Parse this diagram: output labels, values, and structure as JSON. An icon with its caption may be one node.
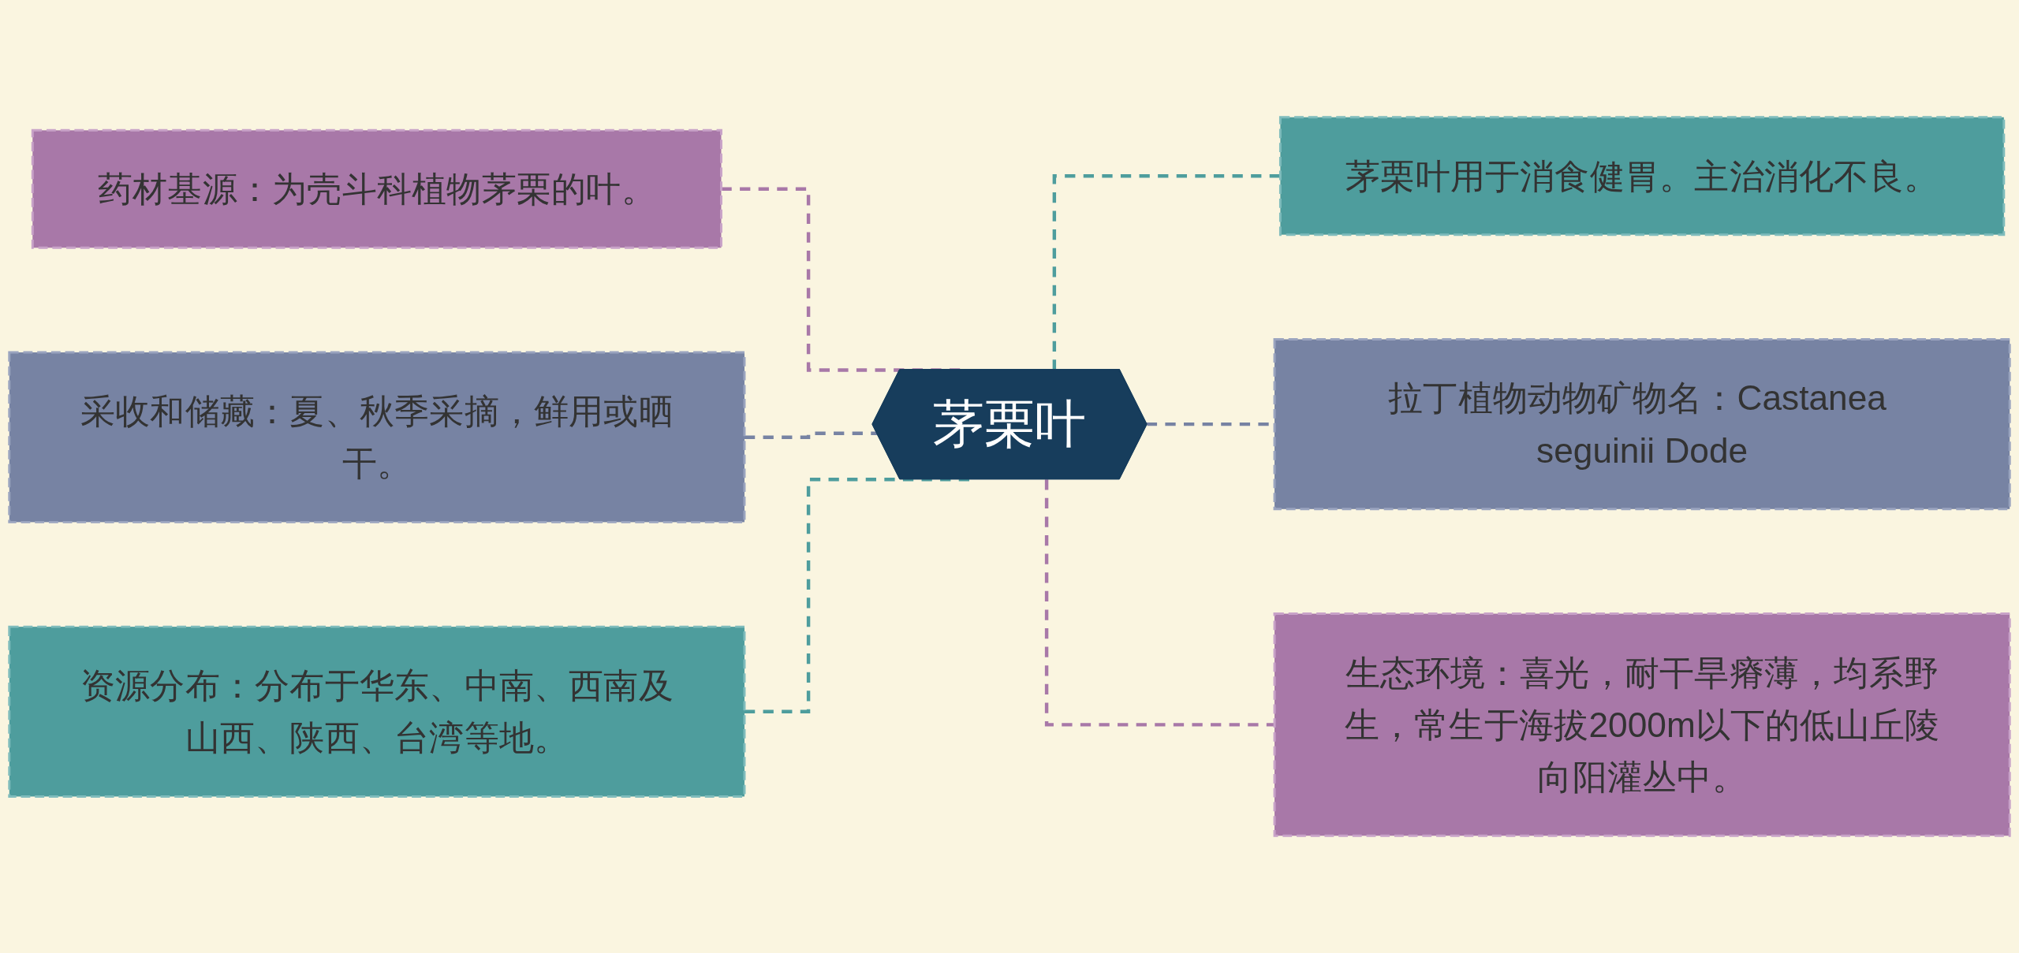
{
  "diagram": {
    "nodes": [
      {
        "text": [
          "茅栗叶"
        ]
      },
      {
        "text": [
          "药材基源：为壳斗科植物茅栗的叶。"
        ]
      },
      {
        "text": [
          "采收和储藏：夏、秋季采摘，鲜用或晒干。"
        ]
      },
      {
        "text": [
          "资源分布：分布于华东、中南、西南及山西、陕西、台湾等地。"
        ]
      },
      {
        "text": [
          "茅栗叶用于消食健胃。主治消化不良。"
        ]
      },
      {
        "text": [
          "拉丁植物动物矿物名：Castanea seguinii Dode"
        ]
      },
      {
        "text": [
          "生态环境：喜光，耐干旱瘠薄，均系野生，常生于海拔2000m以下的低山丘陵向阳灌丛中。"
        ]
      }
    ],
    "edges": [
      {
        "from": 0,
        "to": 1,
        "arrow": "none",
        "style": "dashed",
        "color": "#a878a8"
      },
      {
        "from": 0,
        "to": 2,
        "arrow": "none",
        "style": "dashed",
        "color": "#7783a3"
      },
      {
        "from": 0,
        "to": 3,
        "arrow": "none",
        "style": "dashed",
        "color": "#4e9d9d"
      },
      {
        "from": 0,
        "to": 4,
        "arrow": "none",
        "style": "dashed",
        "color": "#4e9d9d"
      },
      {
        "from": 0,
        "to": 5,
        "arrow": "none",
        "style": "dashed",
        "color": "#7783a3"
      },
      {
        "from": 0,
        "to": 6,
        "arrow": "none",
        "style": "dashed",
        "color": "#a878a8"
      }
    ]
  }
}
